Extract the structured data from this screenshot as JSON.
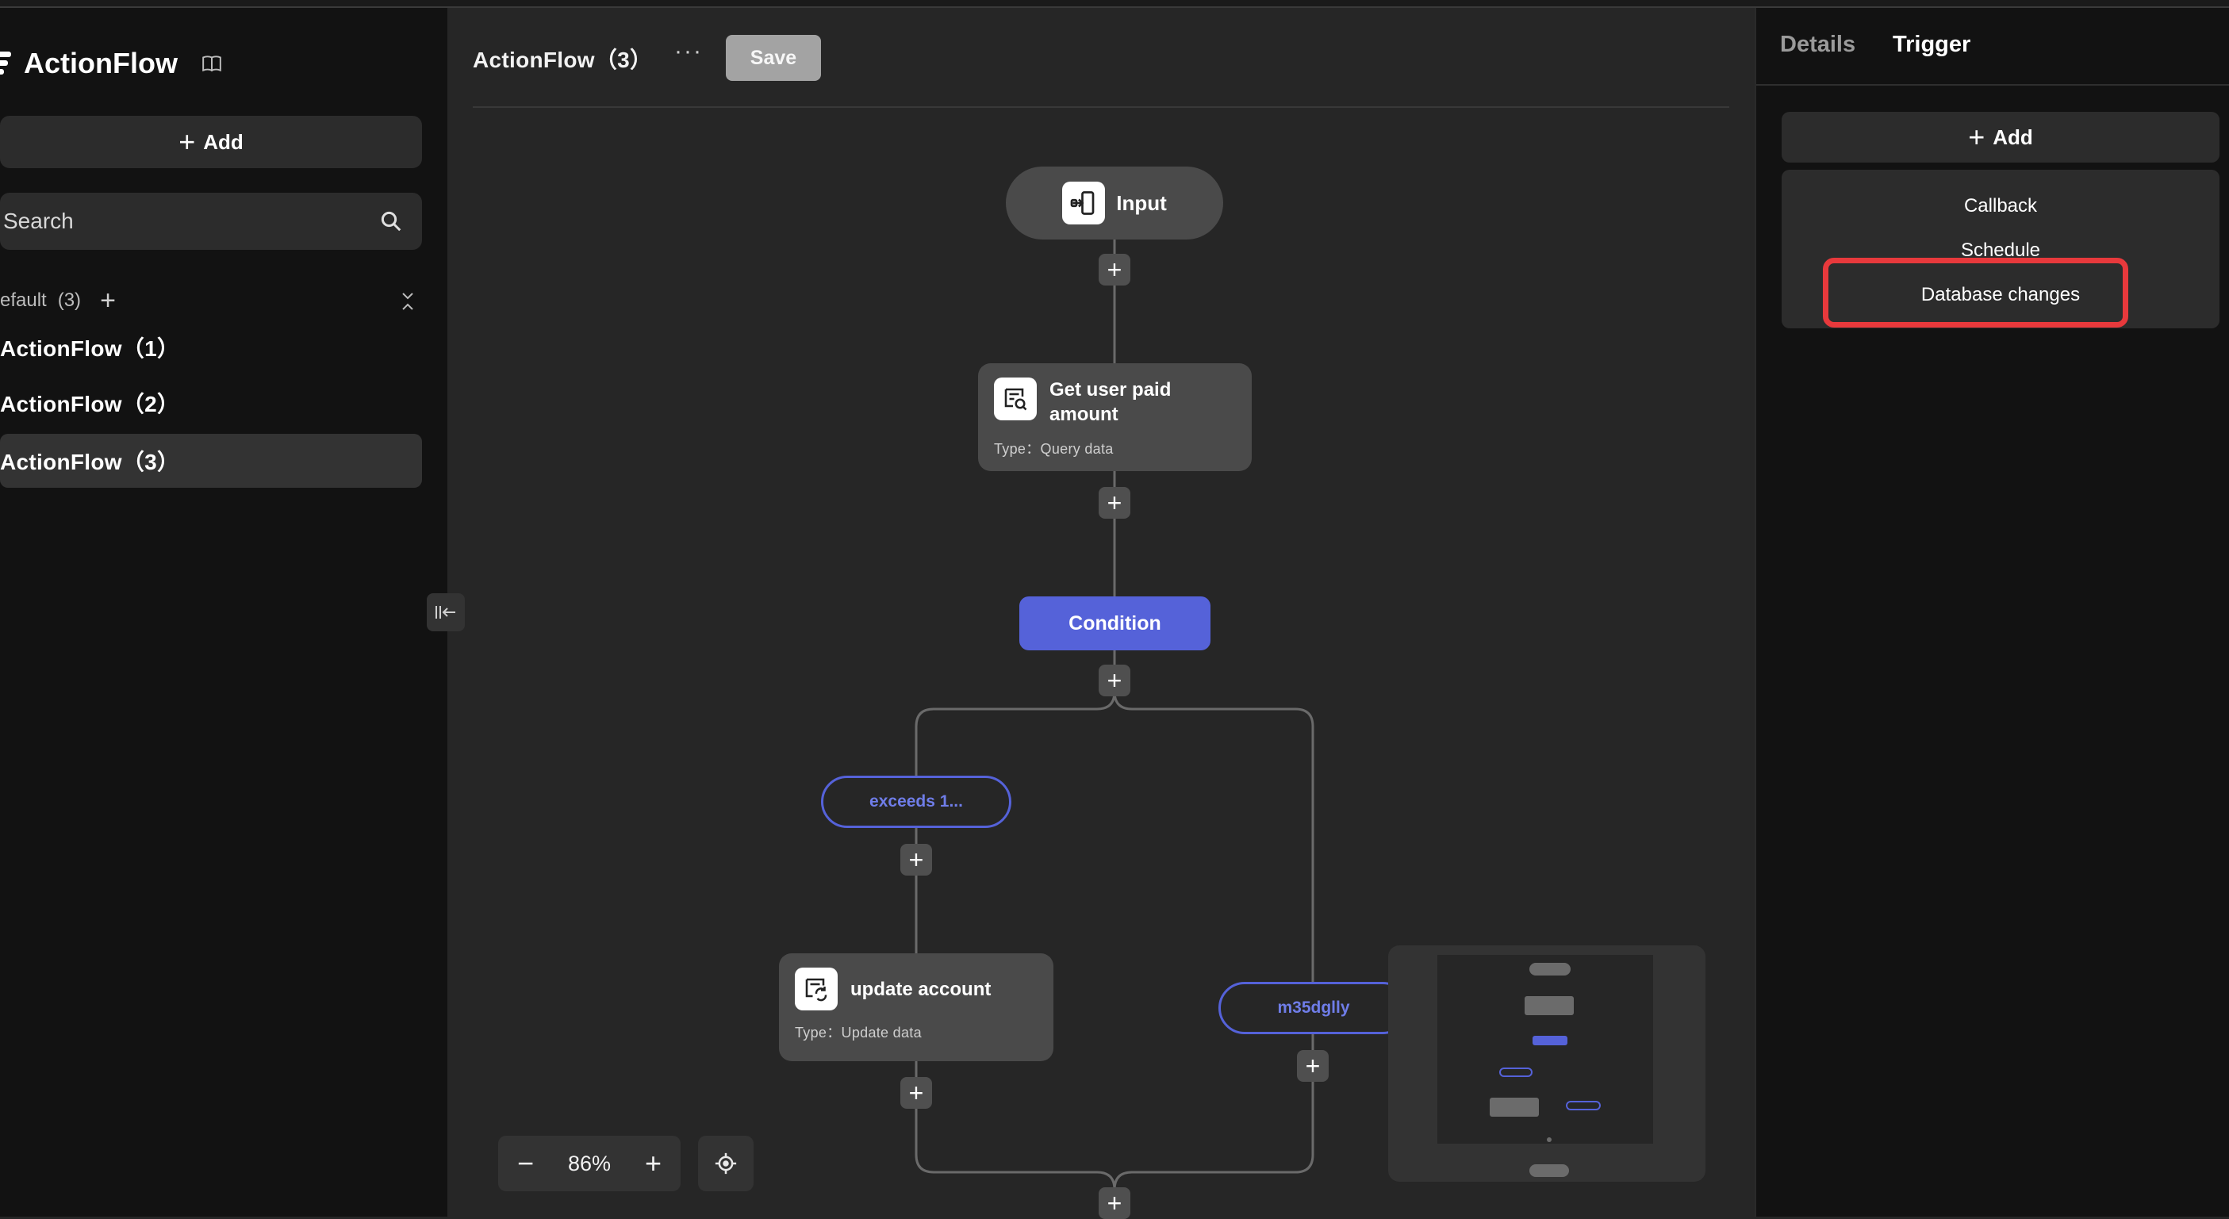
{
  "app": {
    "name": "ActionFlow"
  },
  "sidebar": {
    "add_label": "Add",
    "search_placeholder": "Search",
    "group": {
      "name": "efault",
      "count": "(3)"
    },
    "items": [
      {
        "label": "ActionFlow（1）",
        "active": false
      },
      {
        "label": "ActionFlow（2）",
        "active": false
      },
      {
        "label": "ActionFlow（3）",
        "active": true
      }
    ]
  },
  "header": {
    "title": "ActionFlow（3）",
    "more": "···",
    "save_label": "Save"
  },
  "flow": {
    "input_label": "Input",
    "query_node": {
      "title": "Get user paid amount",
      "type": "Type：Query data"
    },
    "condition_label": "Condition",
    "branch_left": "exceeds 1...",
    "branch_right": "m35dglly",
    "update_node": {
      "title": "update account",
      "type": "Type：Update data"
    }
  },
  "zoom": {
    "minus": "−",
    "value": "86%",
    "plus": "+"
  },
  "panel": {
    "tabs": [
      "Details",
      "Trigger"
    ],
    "active_tab": "Trigger",
    "add_label": "Add",
    "trigger_options": [
      "Callback",
      "Schedule",
      "Database changes"
    ],
    "highlighted_option": "Database changes"
  },
  "colors": {
    "accent": "#5562d9",
    "highlight": "#e8393c",
    "background": "#262626",
    "sidebar": "#121212"
  },
  "icons": [
    "book-icon",
    "search-icon",
    "chevrons-collapse-icon",
    "collapse-sidebar-icon",
    "input-icon",
    "query-data-icon",
    "update-data-icon",
    "locate-icon"
  ]
}
